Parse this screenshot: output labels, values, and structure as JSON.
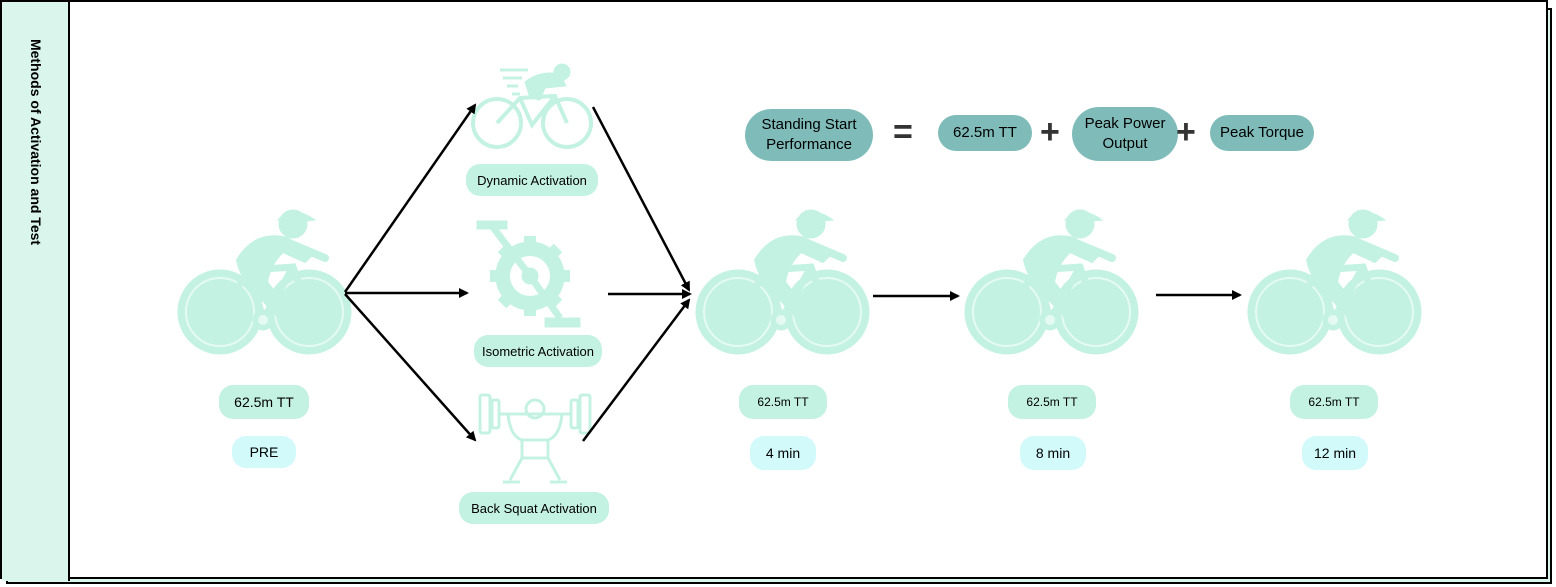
{
  "side_title": "Methods of Activation and Test",
  "equation": {
    "lhs": "Standing Start Performance",
    "equals": "=",
    "terms": [
      "62.5m TT",
      "Peak Power Output",
      "Peak Torque"
    ],
    "plus": "+"
  },
  "activations": [
    "Dynamic Activation",
    "Isometric Activation",
    "Back Squat Activation"
  ],
  "stages": [
    {
      "test": "62.5m TT",
      "time": "PRE"
    },
    {
      "test": "62.5m TT",
      "time": "4 min"
    },
    {
      "test": "62.5m TT",
      "time": "8 min"
    },
    {
      "test": "62.5m TT",
      "time": "12 min"
    }
  ],
  "icons": [
    "cyclist-icon",
    "sprint-cyclist-icon",
    "gear-pedal-icon",
    "back-squat-icon"
  ],
  "colors": {
    "icon": "#c4f2e2",
    "pill_green": "#c4f2e2",
    "pill_cyan": "#d2fafa",
    "pill_teal": "#7fbcb9",
    "panel": "#d9f5ec"
  }
}
